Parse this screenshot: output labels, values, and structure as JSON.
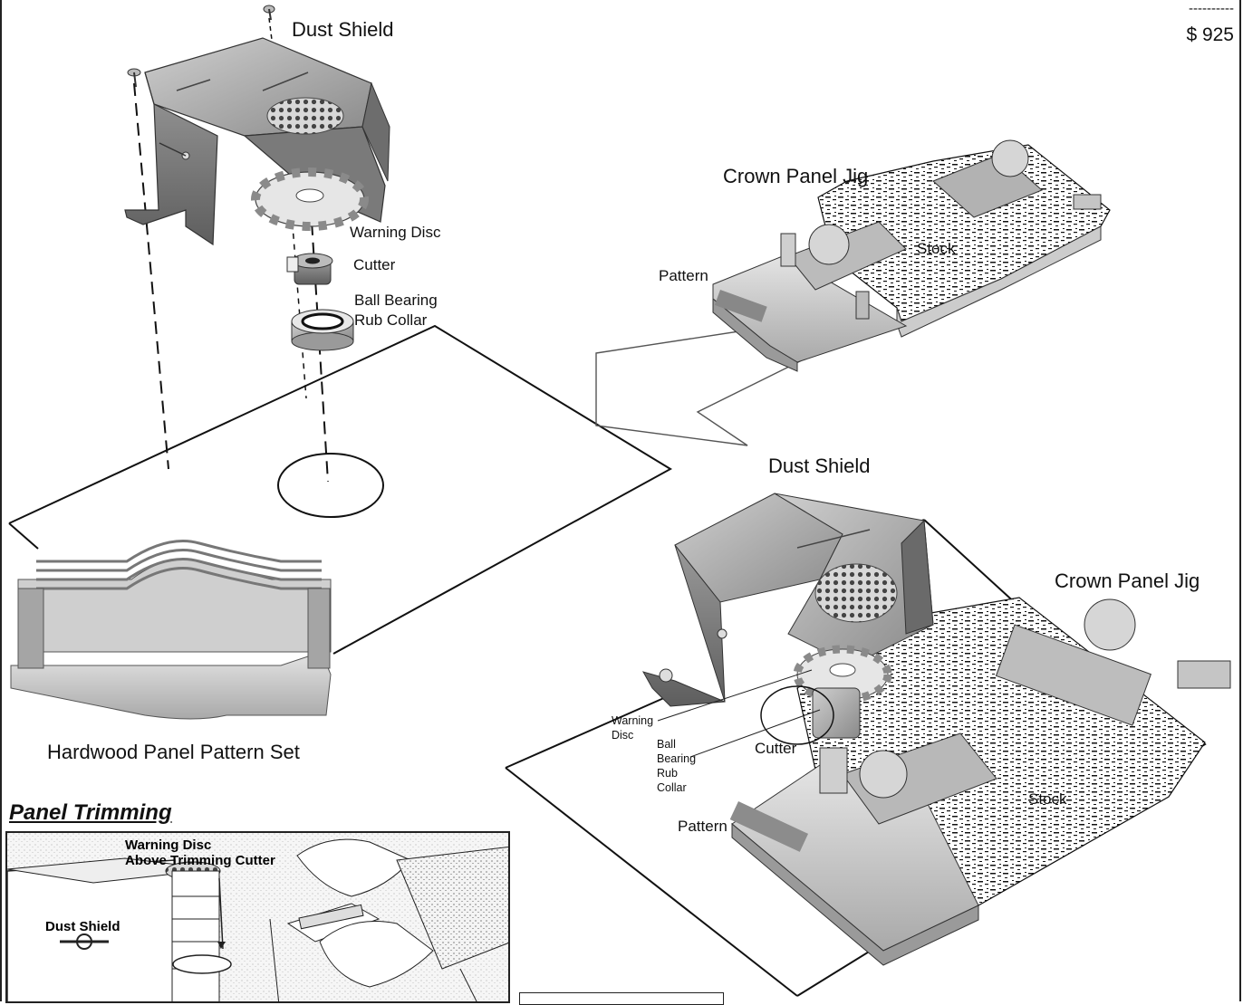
{
  "price": {
    "dashes": "----------",
    "value": "$ 925"
  },
  "exploded_view": {
    "dust_shield": "Dust Shield",
    "warning_disc": "Warning Disc",
    "cutter": "Cutter",
    "ball_bearing_line1": "Ball Bearing",
    "ball_bearing_line2": "Rub Collar"
  },
  "top_jig": {
    "crown_panel_jig": "Crown Panel Jig",
    "stock": "Stock",
    "pattern": "Pattern"
  },
  "assembled_view": {
    "dust_shield": "Dust Shield",
    "crown_panel_jig": "Crown Panel Jig",
    "warning_disc_line1": "Warning",
    "warning_disc_line2": "Disc",
    "bearing_line1": "Ball",
    "bearing_line2": "Bearing",
    "bearing_line3": "Rub",
    "bearing_line4": "Collar",
    "cutter": "Cutter",
    "stock": "Stock",
    "pattern": "Pattern"
  },
  "pattern_set": {
    "caption": "Hardwood Panel Pattern Set"
  },
  "panel_trimming": {
    "title": "Panel Trimming",
    "label_line1": "Warning Disc",
    "label_line2": "Above Trimming Cutter",
    "dust_shield": "Dust Shield"
  }
}
